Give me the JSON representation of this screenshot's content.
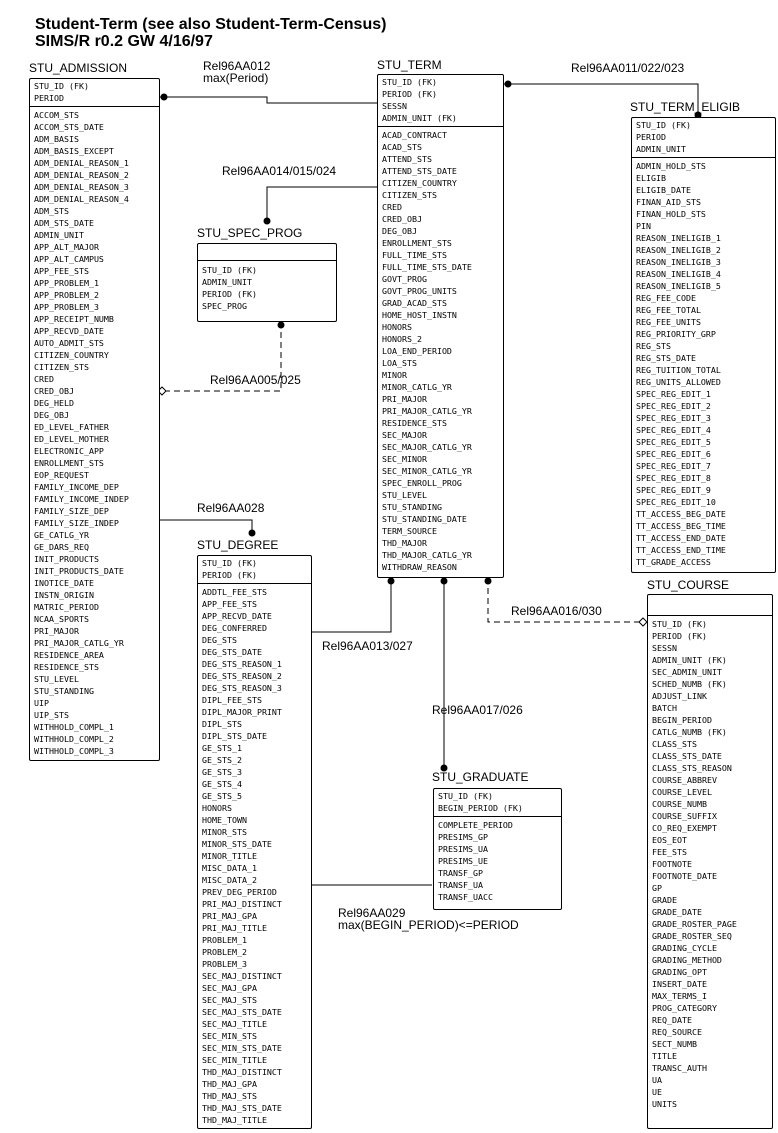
{
  "title": {
    "line1": "Student-Term (see also Student-Term-Census)",
    "line2": "SIMS/R r0.2   GW 4/16/97"
  },
  "entities": {
    "stu_admission": {
      "name": "STU_ADMISSION",
      "keys": [
        "STU_ID (FK)",
        "PERIOD"
      ],
      "attributes": [
        "ACCOM_STS",
        "ACCOM_STS_DATE",
        "ADM_BASIS",
        "ADM_BASIS_EXCEPT",
        "ADM_DENIAL_REASON_1",
        "ADM_DENIAL_REASON_2",
        "ADM_DENIAL_REASON_3",
        "ADM_DENIAL_REASON_4",
        "ADM_STS",
        "ADM_STS_DATE",
        "ADMIN_UNIT",
        "APP_ALT_MAJOR",
        "APP_ALT_CAMPUS",
        "APP_FEE_STS",
        "APP_PROBLEM_1",
        "APP_PROBLEM_2",
        "APP_PROBLEM_3",
        "APP_RECEIPT_NUMB",
        "APP_RECVD_DATE",
        "AUTO_ADMIT_STS",
        "CITIZEN_COUNTRY",
        "CITIZEN_STS",
        "CRED",
        "CRED_OBJ",
        "DEG_HELD",
        "DEG_OBJ",
        "ED_LEVEL_FATHER",
        "ED_LEVEL_MOTHER",
        "ELECTRONIC_APP",
        "ENROLLMENT_STS",
        "EOP_REQUEST",
        "FAMILY_INCOME_DEP",
        "FAMILY_INCOME_INDEP",
        "FAMILY_SIZE_DEP",
        "FAMILY_SIZE_INDEP",
        "GE_CATLG_YR",
        "GE_DARS_REQ",
        "INIT_PRODUCTS",
        "INIT_PRODUCTS_DATE",
        "INOTICE_DATE",
        "INSTN_ORIGIN",
        "MATRIC_PERIOD",
        "NCAA_SPORTS",
        "PRI_MAJOR",
        "PRI_MAJOR_CATLG_YR",
        "RESIDENCE_AREA",
        "RESIDENCE_STS",
        "STU_LEVEL",
        "STU_STANDING",
        "UIP",
        "UIP_STS",
        "WITHHOLD_COMPL_1",
        "WITHHOLD_COMPL_2",
        "WITHHOLD_COMPL_3"
      ]
    },
    "stu_term": {
      "name": "STU_TERM",
      "keys": [
        "STU_ID (FK)",
        "PERIOD (FK)",
        "SESSN",
        "ADMIN_UNIT (FK)"
      ],
      "attributes": [
        "ACAD_CONTRACT",
        "ACAD_STS",
        "ATTEND_STS",
        "ATTEND_STS_DATE",
        "CITIZEN_COUNTRY",
        "CITIZEN_STS",
        "CRED",
        "CRED_OBJ",
        "DEG_OBJ",
        "ENROLLMENT_STS",
        "FULL_TIME_STS",
        "FULL_TIME_STS_DATE",
        "GOVT_PROG",
        "GOVT_PROG_UNITS",
        "GRAD_ACAD_STS",
        "HOME_HOST_INSTN",
        "HONORS",
        "HONORS_2",
        "LOA_END_PERIOD",
        "LOA_STS",
        "MINOR",
        "MINOR_CATLG_YR",
        "PRI_MAJOR",
        "PRI_MAJOR_CATLG_YR",
        "RESIDENCE_STS",
        "SEC_MAJOR",
        "SEC_MAJOR_CATLG_YR",
        "SEC_MINOR",
        "SEC_MINOR_CATLG_YR",
        "SPEC_ENROLL_PROG",
        "STU_LEVEL",
        "STU_STANDING",
        "STU_STANDING_DATE",
        "TERM_SOURCE",
        "THD_MAJOR",
        "THD_MAJOR_CATLG_YR",
        "WITHDRAW_REASON"
      ]
    },
    "stu_term_eligib": {
      "name": "STU_TERM_ELIGIB",
      "keys": [
        "STU_ID (FK)",
        "PERIOD",
        "ADMIN_UNIT"
      ],
      "attributes": [
        "ADMIN_HOLD_STS",
        "ELIGIB",
        "ELIGIB_DATE",
        "FINAN_AID_STS",
        "FINAN_HOLD_STS",
        "PIN",
        "REASON_INELIGIB_1",
        "REASON_INELIGIB_2",
        "REASON_INELIGIB_3",
        "REASON_INELIGIB_4",
        "REASON_INELIGIB_5",
        "REG_FEE_CODE",
        "REG_FEE_TOTAL",
        "REG_FEE_UNITS",
        "REG_PRIORITY_GRP",
        "REG_STS",
        "REG_STS_DATE",
        "REG_TUITION_TOTAL",
        "REG_UNITS_ALLOWED",
        "SPEC_REG_EDIT_1",
        "SPEC_REG_EDIT_2",
        "SPEC_REG_EDIT_3",
        "SPEC_REG_EDIT_4",
        "SPEC_REG_EDIT_5",
        "SPEC_REG_EDIT_6",
        "SPEC_REG_EDIT_7",
        "SPEC_REG_EDIT_8",
        "SPEC_REG_EDIT_9",
        "SPEC_REG_EDIT_10",
        "TT_ACCESS_BEG_DATE",
        "TT_ACCESS_BEG_TIME",
        "TT_ACCESS_END_DATE",
        "TT_ACCESS_END_TIME",
        "TT_GRADE_ACCESS"
      ]
    },
    "stu_spec_prog": {
      "name": "STU_SPEC_PROG",
      "keys": [],
      "attributes": [
        "STU_ID (FK)",
        "ADMIN_UNIT",
        "PERIOD (FK)",
        "SPEC_PROG"
      ]
    },
    "stu_degree": {
      "name": "STU_DEGREE",
      "keys": [
        "STU_ID (FK)",
        "PERIOD (FK)"
      ],
      "attributes": [
        "ADDTL_FEE_STS",
        "APP_FEE_STS",
        "APP_RECVD_DATE",
        "DEG_CONFERRED",
        "DEG_STS",
        "DEG_STS_DATE",
        "DEG_STS_REASON_1",
        "DEG_STS_REASON_2",
        "DEG_STS_REASON_3",
        "DIPL_FEE_STS",
        "DIPL_MAJOR_PRINT",
        "DIPL_STS",
        "DIPL_STS_DATE",
        "GE_STS_1",
        "GE_STS_2",
        "GE_STS_3",
        "GE_STS_4",
        "GE_STS_5",
        "HONORS",
        "HOME_TOWN",
        "MINOR_STS",
        "MINOR_STS_DATE",
        "MINOR_TITLE",
        "MISC_DATA_1",
        "MISC_DATA_2",
        "PREV_DEG_PERIOD",
        "PRI_MAJ_DISTINCT",
        "PRI_MAJ_GPA",
        "PRI_MAJ_TITLE",
        "PROBLEM_1",
        "PROBLEM_2",
        "PROBLEM_3",
        "SEC_MAJ_DISTINCT",
        "SEC_MAJ_GPA",
        "SEC_MAJ_STS",
        "SEC_MAJ_STS_DATE",
        "SEC_MAJ_TITLE",
        "SEC_MIN_STS",
        "SEC_MIN_STS_DATE",
        "SEC_MIN_TITLE",
        "THD_MAJ_DISTINCT",
        "THD_MAJ_GPA",
        "THD_MAJ_STS",
        "THD_MAJ_STS_DATE",
        "THD_MAJ_TITLE"
      ]
    },
    "stu_graduate": {
      "name": "STU_GRADUATE",
      "keys": [
        "STU_ID (FK)",
        "BEGIN_PERIOD (FK)"
      ],
      "attributes": [
        "COMPLETE_PERIOD",
        "PRESIMS_GP",
        "PRESIMS_UA",
        "PRESIMS_UE",
        "TRANSF_GP",
        "TRANSF_UA",
        "TRANSF_UACC"
      ]
    },
    "stu_course": {
      "name": "STU_COURSE",
      "keys": [],
      "attributes": [
        "STU_ID (FK)",
        "PERIOD (FK)",
        "SESSN",
        "ADMIN_UNIT (FK)",
        "SEC_ADMIN_UNIT",
        "SCHED_NUMB (FK)",
        "ADJUST_LINK",
        "BATCH",
        "BEGIN_PERIOD",
        "CATLG_NUMB (FK)",
        "CLASS_STS",
        "CLASS_STS_DATE",
        "CLASS_STS_REASON",
        "COURSE_ABBREV",
        "COURSE_LEVEL",
        "COURSE_NUMB",
        "COURSE_SUFFIX",
        "CO_REQ_EXEMPT",
        "EOS_EOT",
        "FEE_STS",
        "FOOTNOTE",
        "FOOTNOTE_DATE",
        "GP",
        "GRADE",
        "GRADE_DATE",
        "GRADE_ROSTER_PAGE",
        "GRADE_ROSTER_SEQ",
        "GRADING_CYCLE",
        "GRADING_METHOD",
        "GRADING_OPT",
        "INSERT_DATE",
        "MAX_TERMS_I",
        "PROG_CATEGORY",
        "REQ_DATE",
        "REQ_SOURCE",
        "SECT_NUMB",
        "TITLE",
        "TRANSC_AUTH",
        "UA",
        "UE",
        "UNITS"
      ]
    }
  },
  "relationships": {
    "r012": "Rel96AA012\nmax(Period)",
    "r011": "Rel96AA011/022/023",
    "r014": "Rel96AA014/015/024",
    "r005": "Rel96AA005/025",
    "r028": "Rel96AA028",
    "r016": "Rel96AA016/030",
    "r013": "Rel96AA013/027",
    "r017": "Rel96AA017/026",
    "r029": "Rel96AA029\nmax(BEGIN_PERIOD)<=PERIOD"
  }
}
